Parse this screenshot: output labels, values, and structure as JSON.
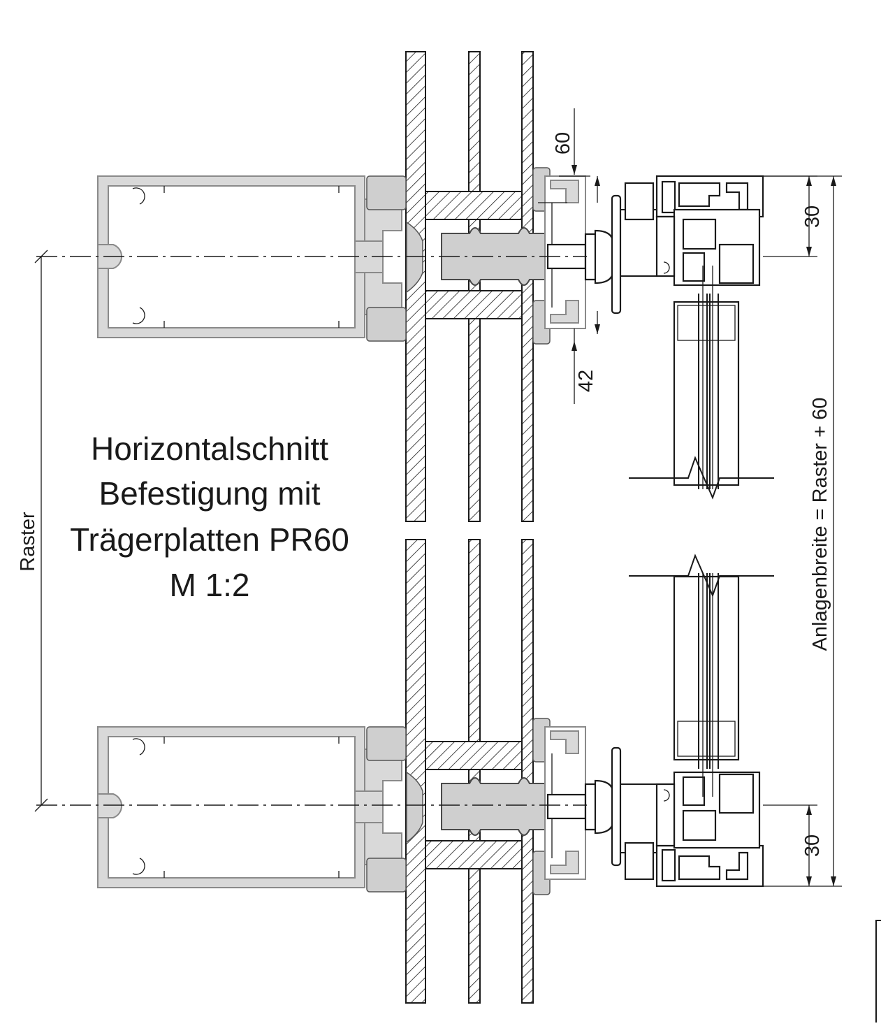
{
  "drawing": {
    "title_lines": [
      "Horizontalschnitt",
      "Befestigung mit",
      "Trägerplatten PR60",
      "M 1:2"
    ],
    "dimensions": {
      "top_offset": "60",
      "gap": "42",
      "bracket_top": "30",
      "bracket_bottom": "30",
      "grid": "Raster",
      "overall": "Anlagenbreite = Raster + 60"
    }
  }
}
